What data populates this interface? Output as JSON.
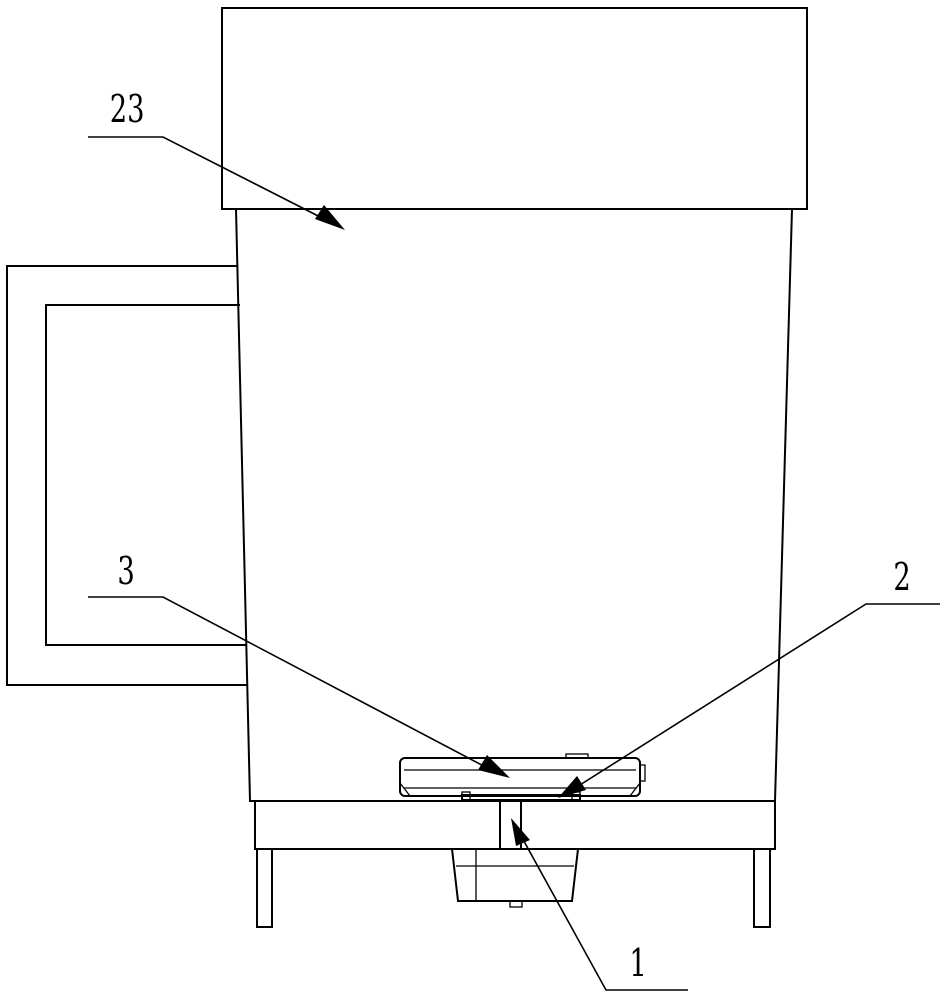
{
  "diagram": {
    "callouts": [
      {
        "id": "23",
        "label": "23"
      },
      {
        "id": "3",
        "label": "3"
      },
      {
        "id": "2",
        "label": "2"
      },
      {
        "id": "1",
        "label": "1"
      }
    ],
    "colors": {
      "line": "#000000",
      "background": "#ffffff"
    }
  }
}
